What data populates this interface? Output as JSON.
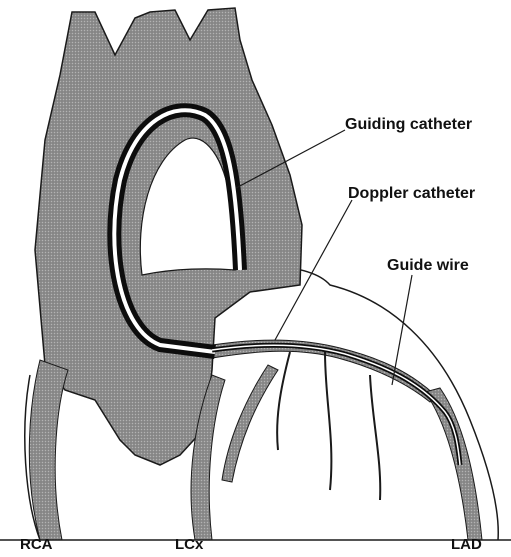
{
  "labels": {
    "guiding_catheter": "Guiding catheter",
    "doppler_catheter": "Doppler catheter",
    "guide_wire": "Guide wire",
    "rca": "RCA",
    "lcx": "LCx",
    "lad": "LAD"
  },
  "colors": {
    "shade": "#8e8e8e",
    "shade_dark": "#7a7a7a",
    "outline": "#1a1a1a",
    "catheter": "#0d0d0d",
    "background": "#ffffff"
  }
}
